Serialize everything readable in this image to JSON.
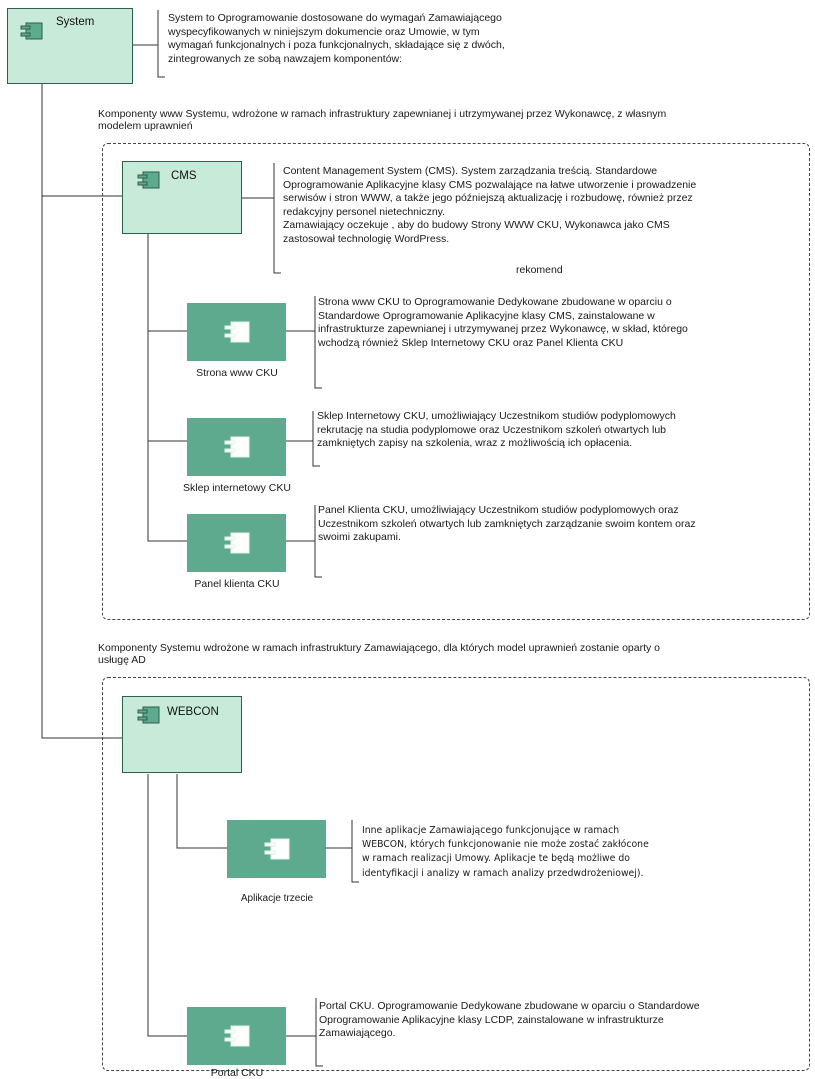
{
  "system": {
    "title": "System",
    "description": "System to Oprogramowanie dostosowane do wymagań Zamawiającego\nwyspecyfikowanych w niniejszym dokumencie oraz Umowie, w tym\nwymagań funkcjonalnych i poza funkcjonalnych, składające się z dwóch,\nzintegrowanych ze sobą nawzajem komponentów:"
  },
  "section_www": {
    "label": "Komponenty www Systemu, wdrożone w ramach infrastruktury zapewnianej i utrzymywanej przez Wykonawcę, z własnym\nmodelem uprawnień"
  },
  "cms": {
    "title": "CMS",
    "description": "Content Management System (CMS). System zarządzania treścią. Standardowe\nOprogramowanie Aplikacyjne klasy CMS pozwalające na łatwe utworzenie i prowadzenie\nserwisów i stron WWW, a także jego późniejszą aktualizację i rozbudowę, również przez\nredakcyjny personel nietechniczny.\nZamawiający  oczekuje , aby do budowy Strony WWW CKU, Wykonawca jako CMS\nzastosował technologię WordPress.",
    "extra": "rekomend"
  },
  "strona": {
    "label": "Strona www CKU",
    "description": "Strona www CKU to Oprogramowanie Dedykowane zbudowane w oparciu o\nStandardowe Oprogramowanie Aplikacyjne klasy CMS, zainstalowane w\ninfrastrukturze zapewnianej i utrzymywanej przez Wykonawcę, w skład, którego\nwchodzą również Sklep Internetowy CKU oraz Panel Klienta CKU"
  },
  "sklep": {
    "label": "Sklep internetowy CKU",
    "description": "Sklep Internetowy CKU, umożliwiający Uczestnikom studiów podyplomowych\nrekrutację na studia podyplomowe oraz Uczestnikom szkoleń otwartych lub\nzamkniętych zapisy na szkolenia, wraz z możliwością ich opłacenia."
  },
  "panel": {
    "label": "Panel klienta CKU",
    "description": "Panel Klienta CKU, umożliwiający Uczestnikom studiów podyplomowych oraz\nUczestnikom szkoleń otwartych lub zamkniętych zarządzanie swoim kontem oraz\nswoimi zakupami."
  },
  "section_ad": {
    "label": "Komponenty Systemu wdrożone w ramach infrastruktury Zamawiającego, dla których model uprawnień zostanie oparty o\nusługę AD"
  },
  "webcon": {
    "title": "WEBCON"
  },
  "aplikacje": {
    "label": "Aplikacje trzecie",
    "description": "Inne aplikacje Zamawiającego funkcjonujące w ramach\nWEBCON, których funkcjonowanie nie może zostać zakłócone\nw ramach realizacji Umowy. Aplikacje te będą możliwe do\nidentyfikacji i analizy w ramach analizy przedwdrożeniowej)."
  },
  "portal": {
    "label": "Portal CKU",
    "description": "Portal CKU. Oprogramowanie Dedykowane zbudowane w oparciu o Standardowe\nOprogramowanie Aplikacyjne klasy LCDP, zainstalowane w infrastrukturze\nZamawiającego."
  },
  "colors": {
    "light_box": "#c8ead9",
    "dark_box": "#5eaa8e",
    "line": "#333333"
  }
}
